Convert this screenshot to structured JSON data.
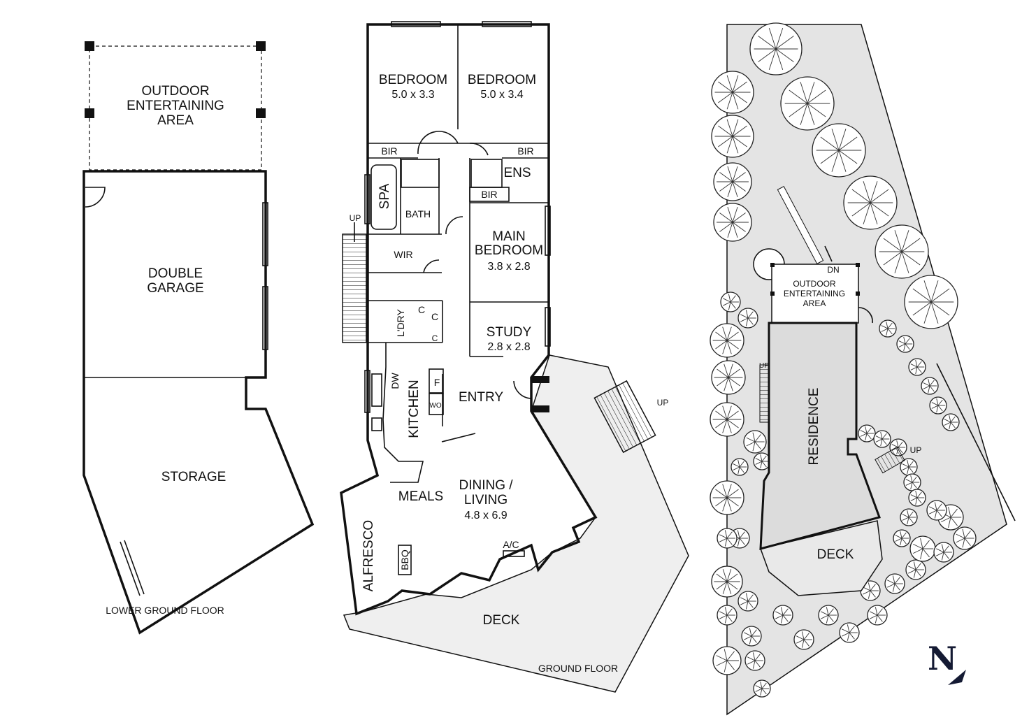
{
  "lower_ground": {
    "outdoor_area": [
      "OUTDOOR",
      "ENTERTAINING",
      "AREA"
    ],
    "garage": [
      "DOUBLE",
      "GARAGE"
    ],
    "storage": "STORAGE",
    "caption": "LOWER GROUND FLOOR"
  },
  "ground": {
    "bedroom1": {
      "name": "BEDROOM",
      "size": "5.0 x 3.3"
    },
    "bedroom2": {
      "name": "BEDROOM",
      "size": "5.0 x 3.4"
    },
    "bir": "BIR",
    "ens": "ENS",
    "spa": "SPA",
    "bath": "BATH",
    "up": "UP",
    "wir": "WIR",
    "main_bedroom": {
      "name1": "MAIN",
      "name2": "BEDROOM",
      "size": "3.8 x 2.8"
    },
    "study": {
      "name": "STUDY",
      "size": "2.8 x 2.8"
    },
    "laundry": "L'DRY",
    "cupboard": "C",
    "dw": "DW",
    "kitchen": "KITCHEN",
    "fridge": "F",
    "wo": "WO",
    "entry": "ENTRY",
    "meals": "MEALS",
    "dining": {
      "name1": "DINING /",
      "name2": "LIVING",
      "size": "4.8 x 6.9"
    },
    "ac": "A/C",
    "alfresco": "ALFRESCO",
    "bbq": "BBQ",
    "deck": "DECK",
    "caption": "GROUND FLOOR"
  },
  "site": {
    "outdoor_area": [
      "OUTDOOR",
      "ENTERTAINING",
      "AREA"
    ],
    "dn": "DN",
    "up": "UP",
    "residence": "RESIDENCE",
    "deck": "DECK",
    "north": "N"
  }
}
